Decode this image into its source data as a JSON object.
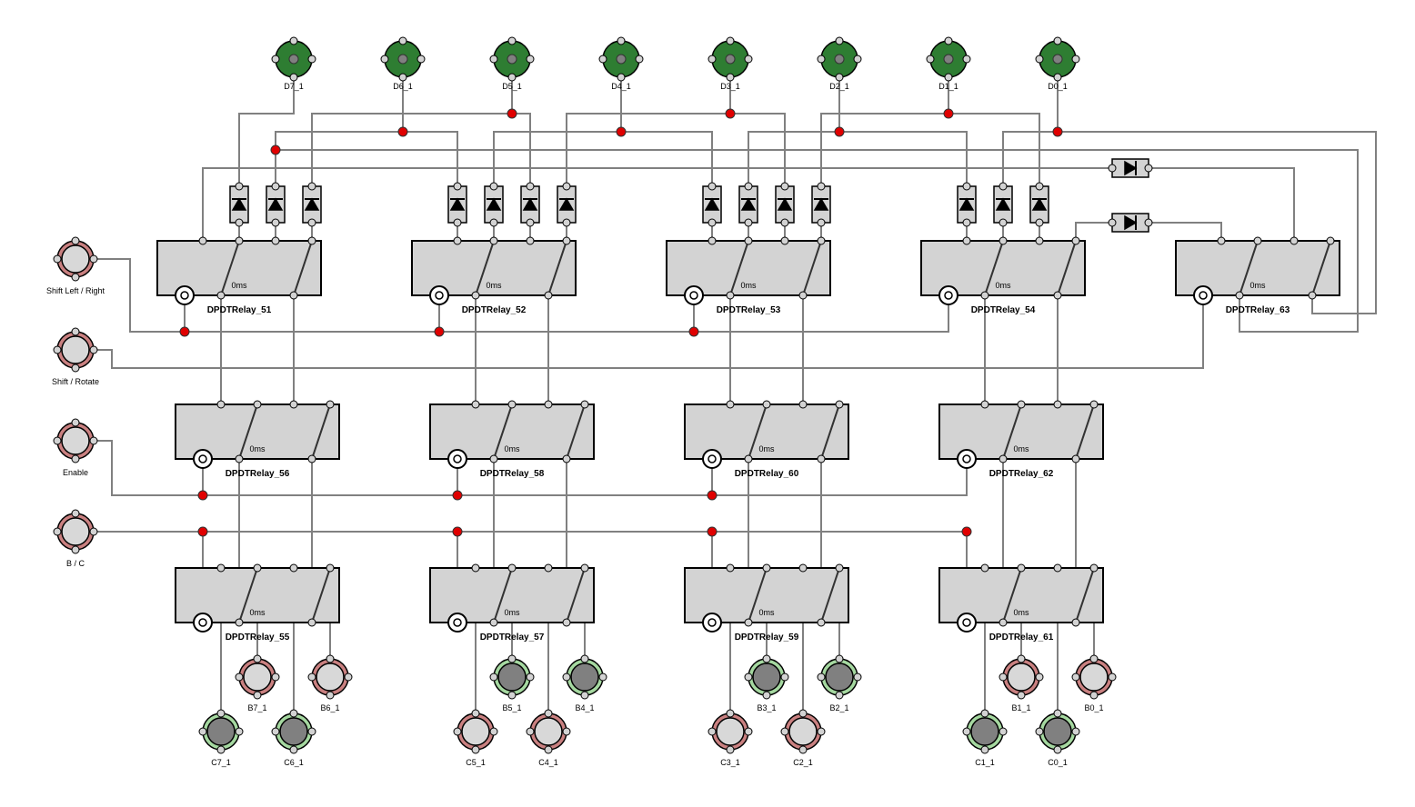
{
  "colors": {
    "wire": "#808080",
    "relay_fill": "#d3d3d3",
    "junction": "#e00000",
    "lamp_on_ring": "#2e7d32",
    "lamp_on_core": "#808080",
    "switch_off_ring": "#c98080",
    "switch_off_core": "#d8d8d8",
    "lamp_off_ring": "#a5d8a0",
    "lamp_on_ring_light": "#a5d8a0"
  },
  "relays": [
    {
      "id": "r51",
      "label": "DPDTRelay_51",
      "delay": "0ms"
    },
    {
      "id": "r52",
      "label": "DPDTRelay_52",
      "delay": "0ms"
    },
    {
      "id": "r53",
      "label": "DPDTRelay_53",
      "delay": "0ms"
    },
    {
      "id": "r54",
      "label": "DPDTRelay_54",
      "delay": "0ms"
    },
    {
      "id": "r63",
      "label": "DPDTRelay_63",
      "delay": "0ms"
    },
    {
      "id": "r56",
      "label": "DPDTRelay_56",
      "delay": "0ms"
    },
    {
      "id": "r58",
      "label": "DPDTRelay_58",
      "delay": "0ms"
    },
    {
      "id": "r60",
      "label": "DPDTRelay_60",
      "delay": "0ms"
    },
    {
      "id": "r62",
      "label": "DPDTRelay_62",
      "delay": "0ms"
    },
    {
      "id": "r55",
      "label": "DPDTRelay_55",
      "delay": "0ms"
    },
    {
      "id": "r57",
      "label": "DPDTRelay_57",
      "delay": "0ms"
    },
    {
      "id": "r59",
      "label": "DPDTRelay_59",
      "delay": "0ms"
    },
    {
      "id": "r61",
      "label": "DPDTRelay_61",
      "delay": "0ms"
    }
  ],
  "outputs_d": [
    {
      "label": "D7_1",
      "state": "on"
    },
    {
      "label": "D6_1",
      "state": "on"
    },
    {
      "label": "D5_1",
      "state": "on"
    },
    {
      "label": "D4_1",
      "state": "on"
    },
    {
      "label": "D3_1",
      "state": "on"
    },
    {
      "label": "D2_1",
      "state": "on"
    },
    {
      "label": "D1_1",
      "state": "on"
    },
    {
      "label": "D0_1",
      "state": "on"
    }
  ],
  "switches": [
    {
      "label": "Shift Left / Right",
      "state": "off"
    },
    {
      "label": "Shift / Rotate",
      "state": "off"
    },
    {
      "label": "Enable",
      "state": "off"
    },
    {
      "label": "B / C",
      "state": "off"
    }
  ],
  "inputs_b": [
    {
      "label": "B7_1",
      "state": "off"
    },
    {
      "label": "B6_1",
      "state": "off"
    },
    {
      "label": "B5_1",
      "state": "on"
    },
    {
      "label": "B4_1",
      "state": "on"
    },
    {
      "label": "B3_1",
      "state": "on"
    },
    {
      "label": "B2_1",
      "state": "on"
    },
    {
      "label": "B1_1",
      "state": "off"
    },
    {
      "label": "B0_1",
      "state": "off"
    }
  ],
  "inputs_c": [
    {
      "label": "C7_1",
      "state": "on"
    },
    {
      "label": "C6_1",
      "state": "on"
    },
    {
      "label": "C5_1",
      "state": "off"
    },
    {
      "label": "C4_1",
      "state": "off"
    },
    {
      "label": "C3_1",
      "state": "off"
    },
    {
      "label": "C2_1",
      "state": "off"
    },
    {
      "label": "C1_1",
      "state": "on"
    },
    {
      "label": "C0_1",
      "state": "on"
    }
  ]
}
